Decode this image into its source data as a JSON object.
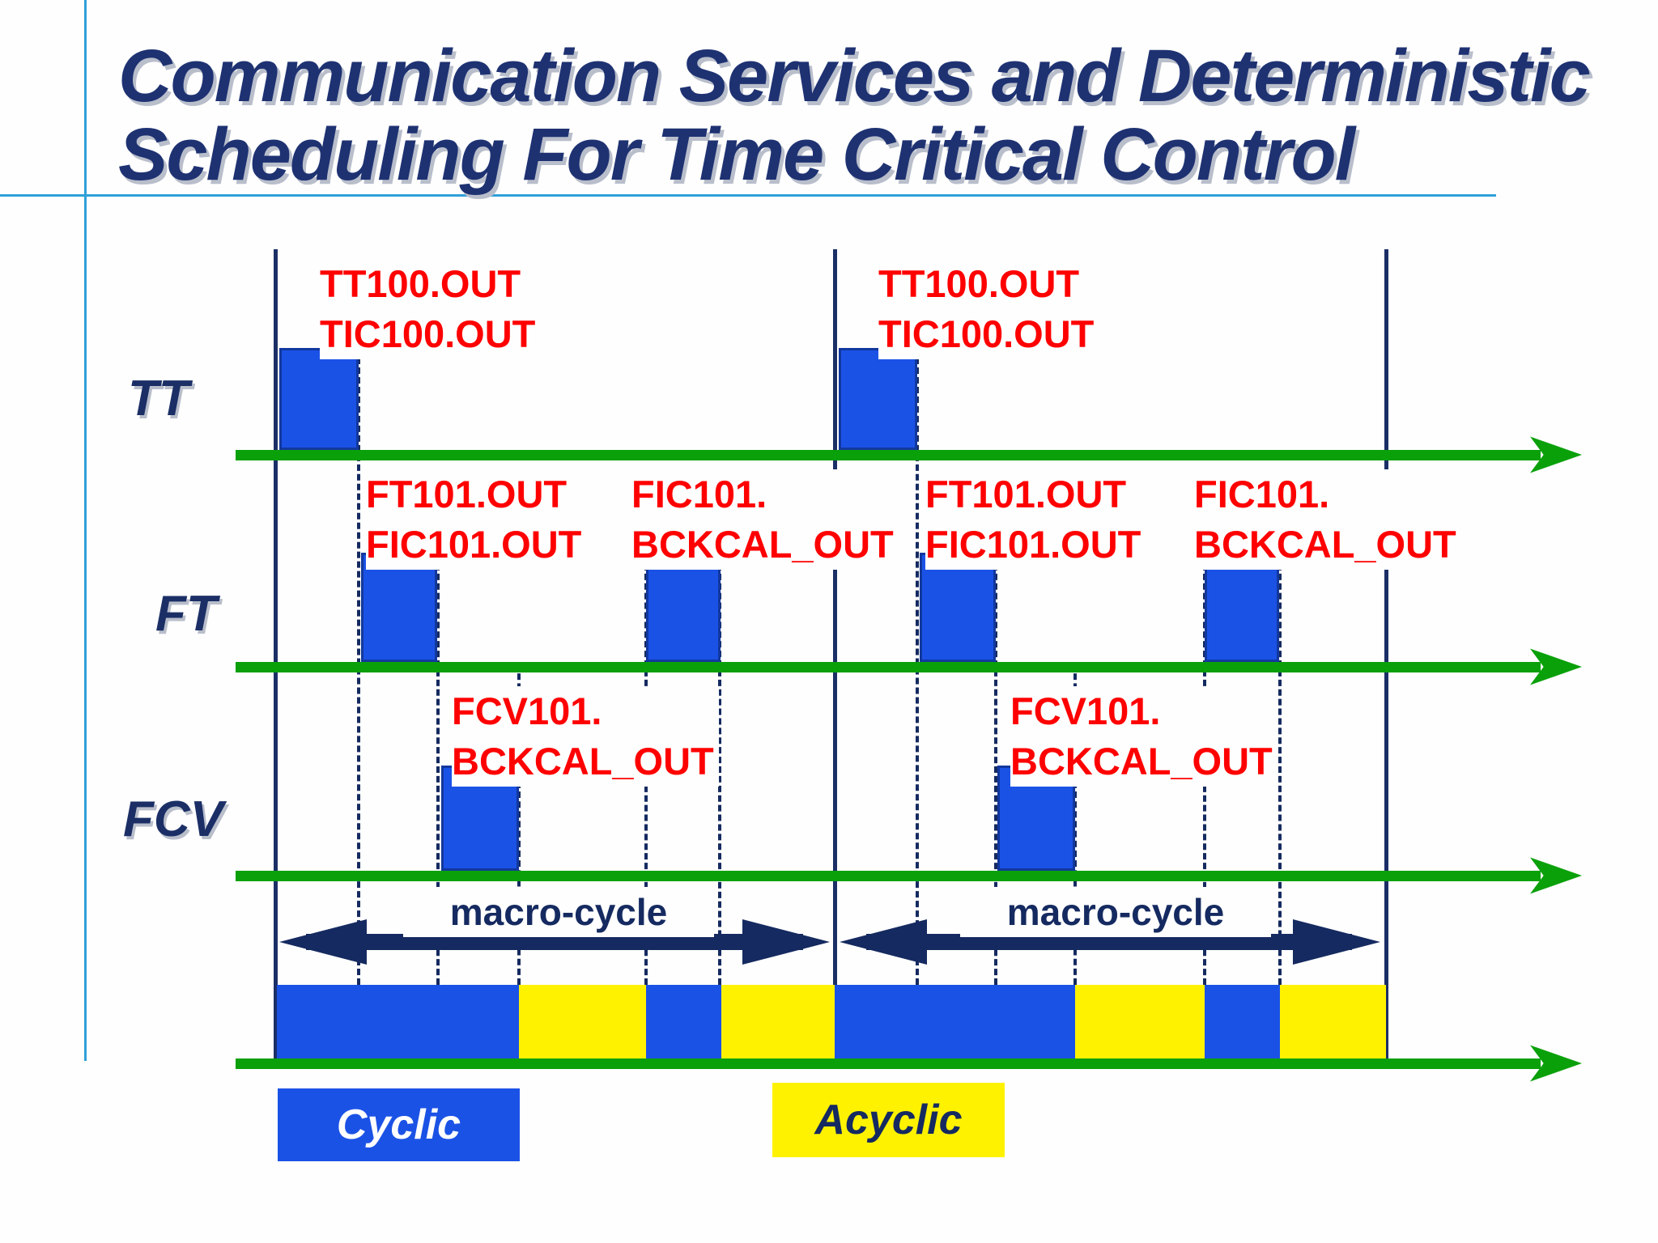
{
  "title": {
    "line1": "Communication Services and Deterministic",
    "line2": "Scheduling For Time Critical Control"
  },
  "row_labels": {
    "tt": "TT",
    "ft": "FT",
    "fcv": "FCV"
  },
  "signal_labels": {
    "tt_cycle1": {
      "line1": "TT100.OUT",
      "line2": "TIC100.OUT"
    },
    "tt_cycle2": {
      "line1": "TT100.OUT",
      "line2": "TIC100.OUT"
    },
    "ft_pub_cycle1": {
      "line1": "FT101.OUT",
      "line2": "FIC101.OUT"
    },
    "ft_bckcal_cycle1": {
      "line1": "FIC101.",
      "line2": "BCKCAL_OUT"
    },
    "ft_pub_cycle2": {
      "line1": "FT101.OUT",
      "line2": "FIC101.OUT"
    },
    "ft_bckcal_cycle2": {
      "line1": "FIC101.",
      "line2": "BCKCAL_OUT"
    },
    "fcv_cycle1": {
      "line1": "FCV101.",
      "line2": "BCKCAL_OUT"
    },
    "fcv_cycle2": {
      "line1": "FCV101.",
      "line2": "BCKCAL_OUT"
    }
  },
  "macro_cycle_label": "macro-cycle",
  "legend": {
    "cyclic": "Cyclic",
    "acyclic": "Acyclic"
  },
  "colors": {
    "blue": "#1B52E6",
    "blueBorder": "#12389E",
    "yellow": "#FFF200",
    "green": "#0AA00A",
    "red": "#FF0000",
    "navy": "#1B2F66",
    "navyDeep": "#152A60",
    "titleNavy": "#1E3272",
    "cyan": "#2FA0D8",
    "shadow": "#B9BECB"
  }
}
